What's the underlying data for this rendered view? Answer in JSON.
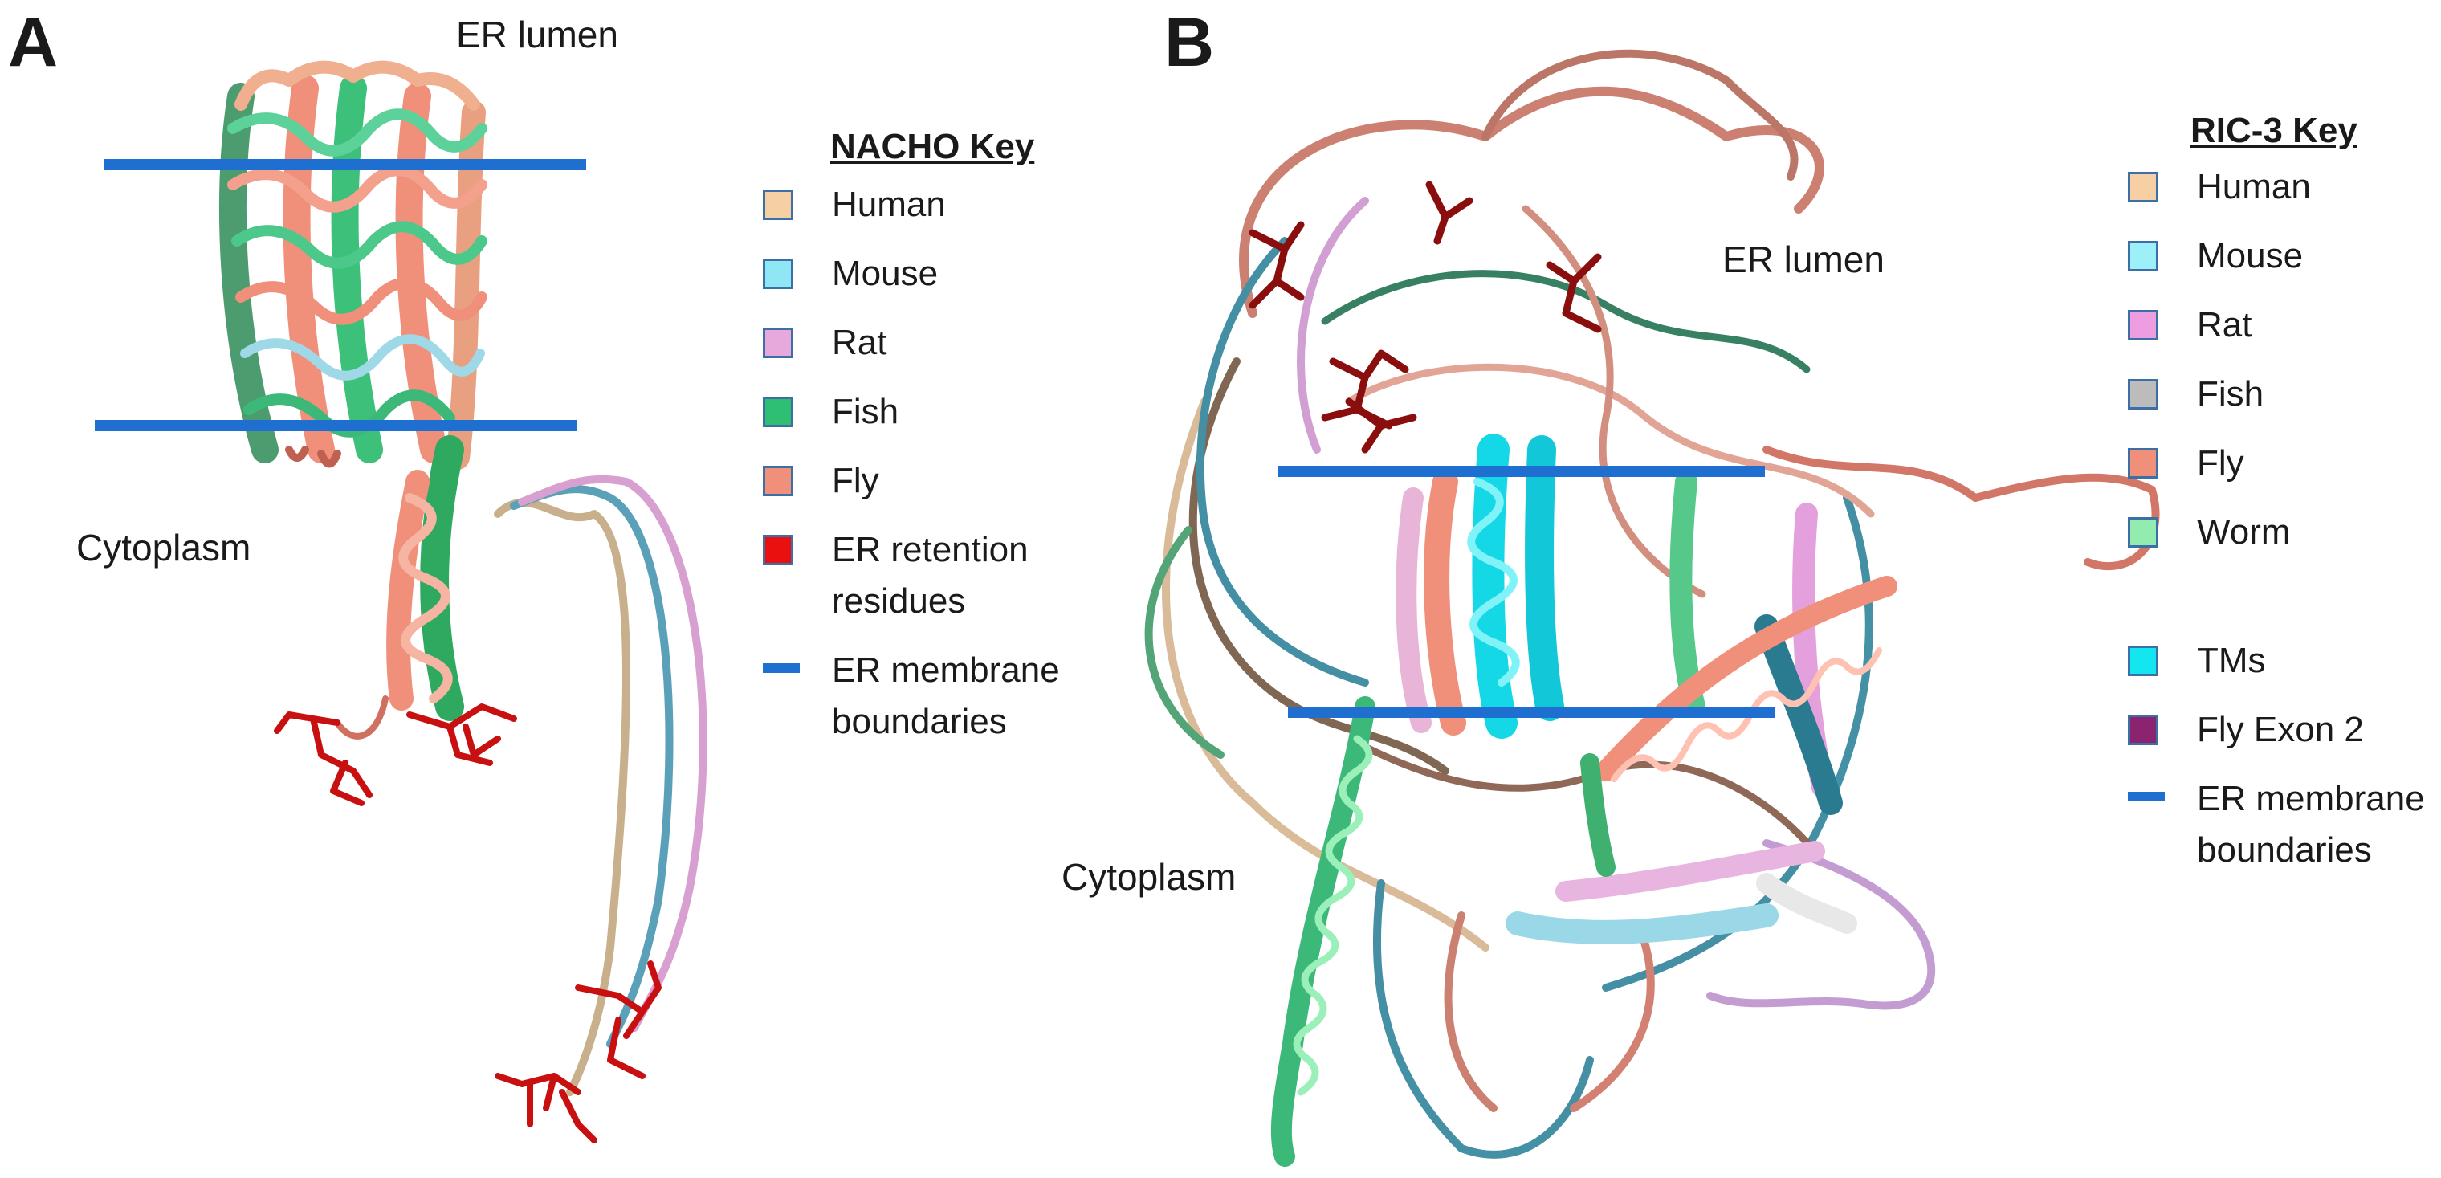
{
  "panel_a": {
    "letter": "A",
    "er_lumen": "ER lumen",
    "cytoplasm": "Cytoplasm",
    "key_title": "NACHO Key",
    "legend": [
      {
        "label": "Human",
        "color": "#f6cfa5"
      },
      {
        "label": "Mouse",
        "color": "#8fe6f4"
      },
      {
        "label": "Rat",
        "color": "#e7a8dc"
      },
      {
        "label": "Fish",
        "color": "#2fbf73"
      },
      {
        "label": "Fly",
        "color": "#f0907b"
      },
      {
        "label": "ER retention",
        "label2": "residues",
        "color": "#ea1010"
      },
      {
        "label": "ER membrane",
        "label2": "boundaries",
        "color": "#1f6fd1"
      }
    ]
  },
  "panel_b": {
    "letter": "B",
    "er_lumen": "ER lumen",
    "cytoplasm": "Cytoplasm",
    "key_title": "RIC-3 Key",
    "legend": [
      {
        "label": "Human",
        "color": "#f6cfa5"
      },
      {
        "label": "Mouse",
        "color": "#9df0f7"
      },
      {
        "label": "Rat",
        "color": "#ee9ee0"
      },
      {
        "label": "Fish",
        "color": "#bcbcbc"
      },
      {
        "label": "Fly",
        "color": "#f0907b"
      },
      {
        "label": "Worm",
        "color": "#92ecb0"
      },
      {
        "label": "TMs",
        "color": "#14e6ef"
      },
      {
        "label": "Fly Exon 2",
        "color": "#8a2470"
      },
      {
        "label": "ER membrane",
        "label2": "boundaries",
        "color": "#1f6fd1"
      }
    ]
  }
}
